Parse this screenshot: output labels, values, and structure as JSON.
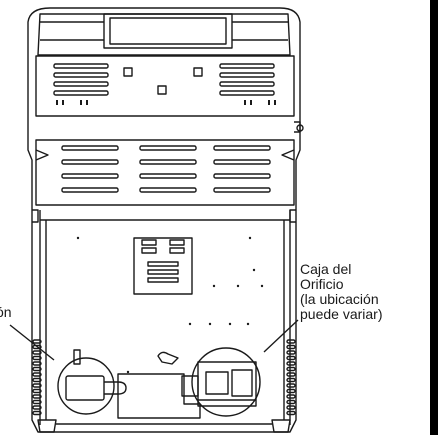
{
  "callouts": {
    "orifice_box": {
      "line1": "Caja del",
      "line2": "Orificio",
      "line3": "(la ubicación",
      "line4": "puede variar)"
    },
    "left_partial": "ón"
  },
  "colors": {
    "line": "#1a1a1a",
    "background": "#ffffff",
    "edge_bar": "#000000"
  },
  "icons": {
    "vent_slot": "vent-slot-icon",
    "orifice_box_circle": "magnifier-circle-icon"
  }
}
